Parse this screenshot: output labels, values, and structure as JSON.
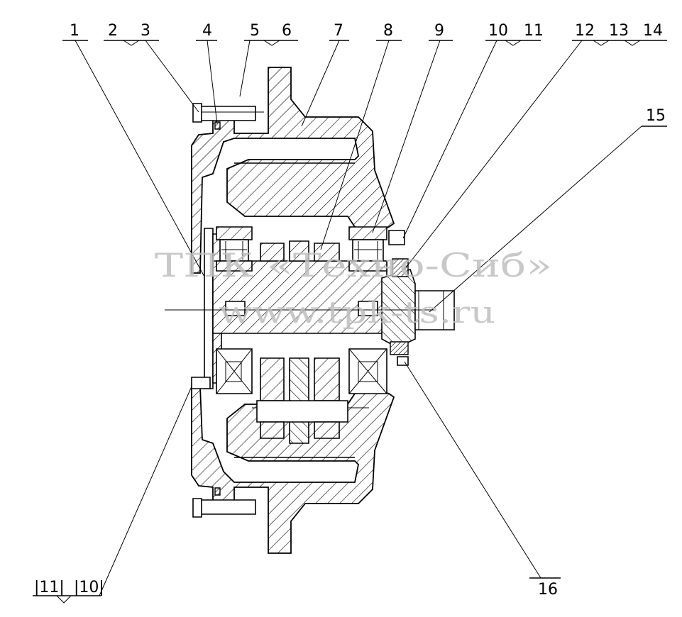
{
  "watermark": {
    "line1": "ТПК «Техно-Сиб»",
    "line2": "www.tpk-ts.ru"
  },
  "callouts": {
    "top": [
      "1",
      "2",
      "3",
      "4",
      "5",
      "6",
      "7",
      "8",
      "9",
      "10",
      "11",
      "12",
      "13",
      "14"
    ],
    "right": "15",
    "bottom_right": "16",
    "bottom_left": [
      "|11|",
      "|10|"
    ]
  }
}
